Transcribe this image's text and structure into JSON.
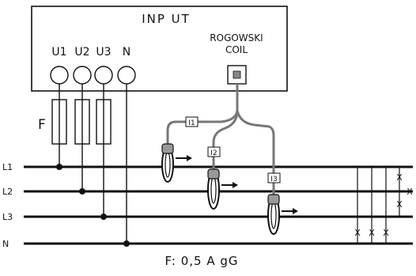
{
  "diagram": {
    "input_title": "INP UT",
    "terminals": [
      "U1",
      "U2",
      "U3",
      "N"
    ],
    "rogowski_line1": "ROGOWSKI",
    "rogowski_line2": "COIL",
    "fuse_label": "F",
    "lines": [
      "L1",
      "L2",
      "L3",
      "N"
    ],
    "sensors": [
      "I1",
      "I2",
      "I3"
    ],
    "footnote": "F: 0,5  A gG",
    "load_marks": [
      "X",
      "X",
      "X",
      "X",
      "X",
      "X"
    ]
  }
}
